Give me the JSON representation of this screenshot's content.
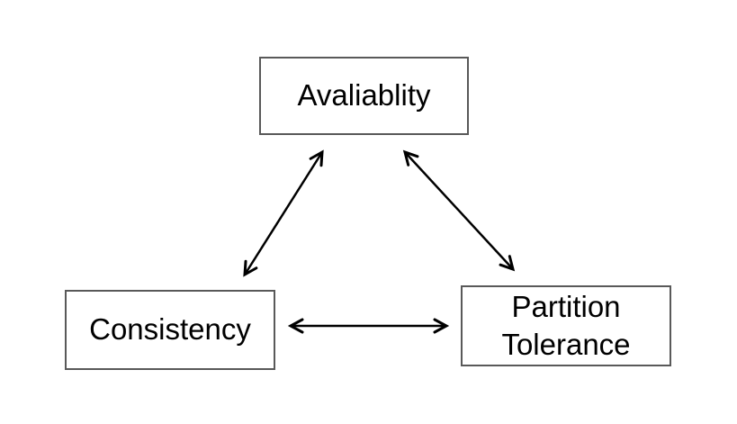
{
  "diagram": {
    "nodes": [
      {
        "id": "availability",
        "label": "Avaliablity"
      },
      {
        "id": "consistency",
        "label": "Consistency"
      },
      {
        "id": "partition-tolerance",
        "label": "Partition Tolerance"
      }
    ],
    "edges": [
      {
        "from": "availability",
        "to": "consistency",
        "direction": "bidirectional"
      },
      {
        "from": "availability",
        "to": "partition-tolerance",
        "direction": "bidirectional"
      },
      {
        "from": "consistency",
        "to": "partition-tolerance",
        "direction": "bidirectional"
      }
    ]
  },
  "colors": {
    "background": "#ffffff",
    "box-border": "#595959",
    "arrow": "#000000",
    "text": "#000000"
  }
}
